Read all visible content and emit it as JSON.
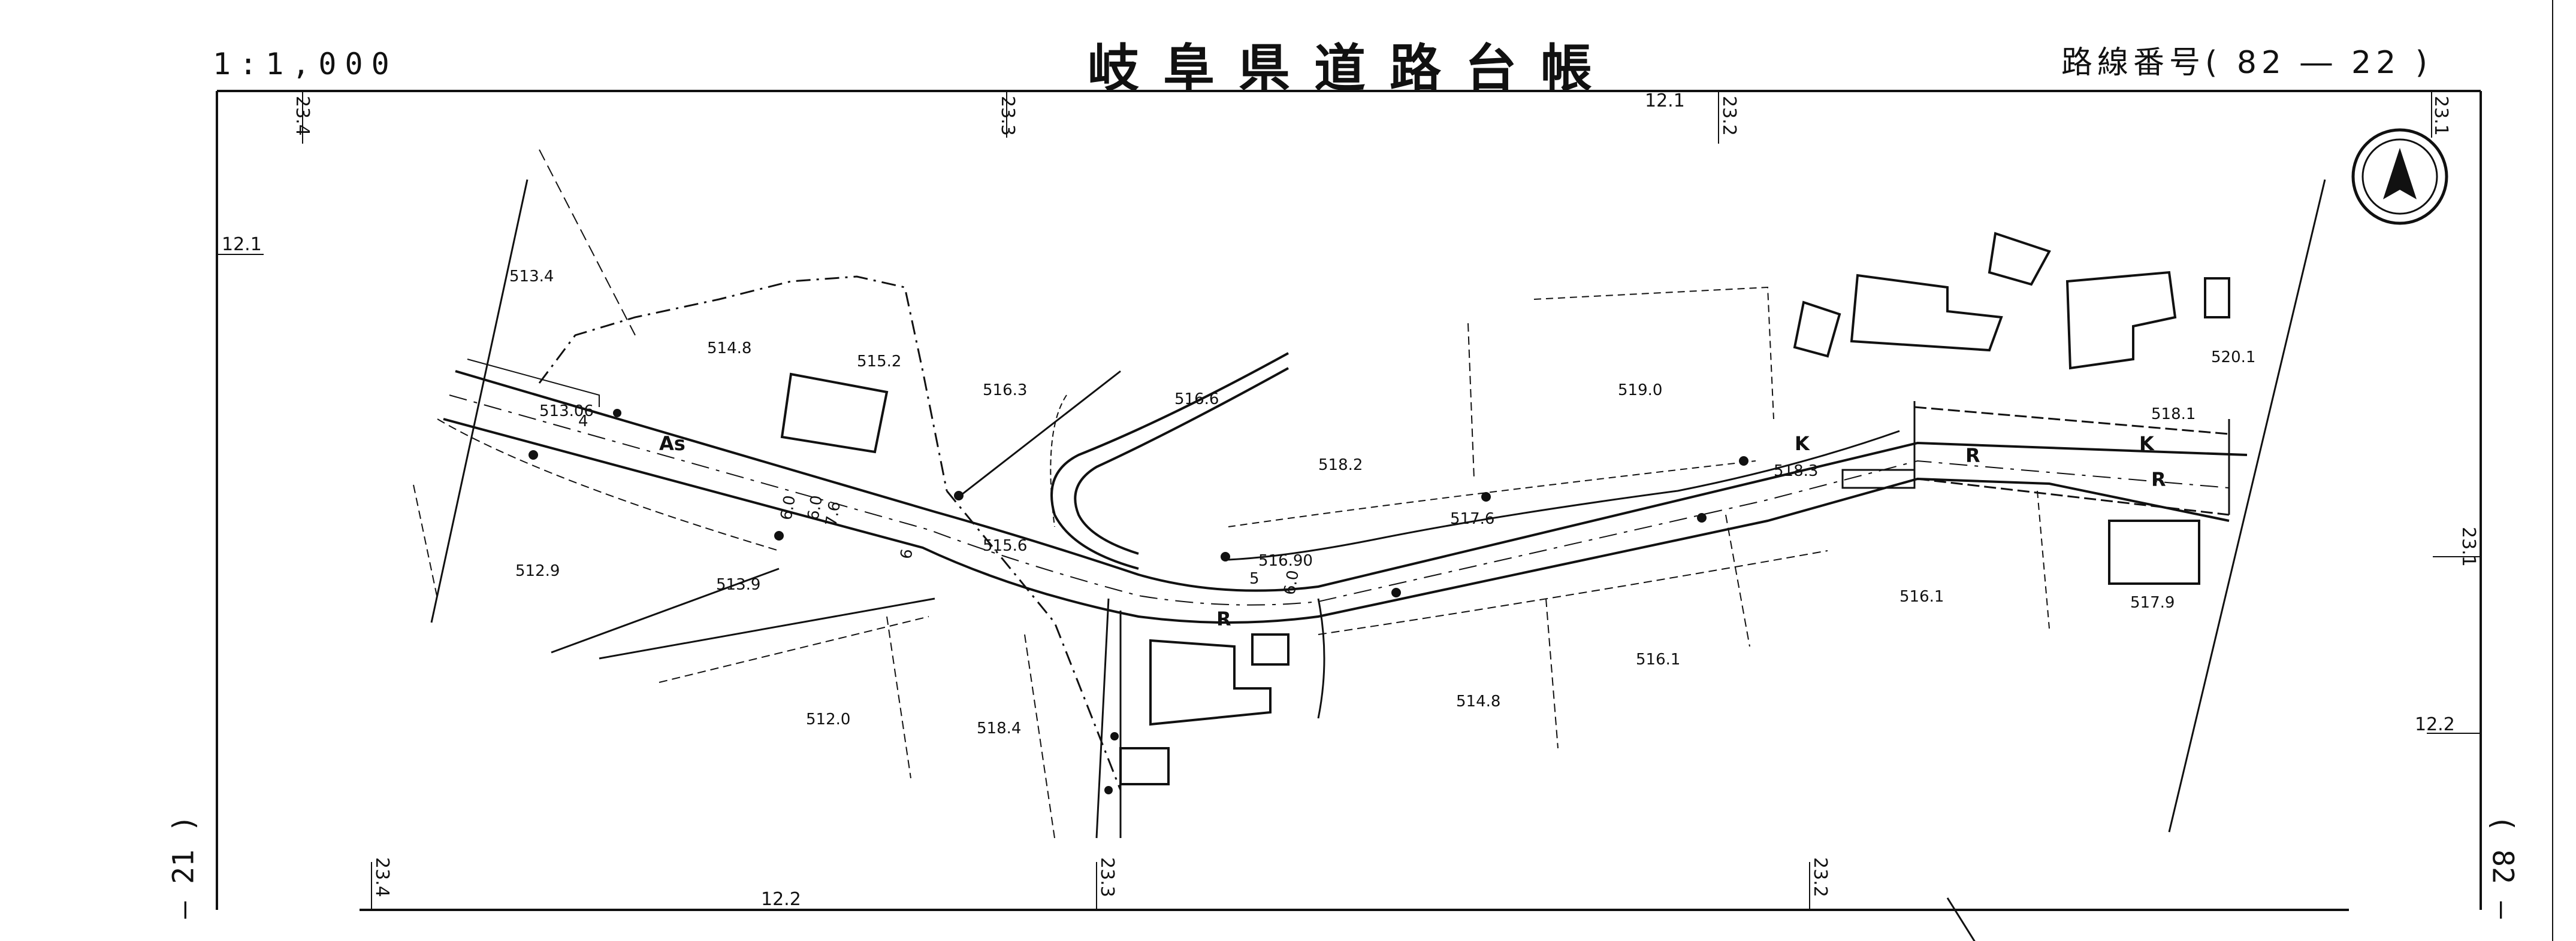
{
  "header": {
    "scale": "1:1,000",
    "title": "岐阜県道路台帳",
    "route_number": "路線番号( 82 ― 22 )"
  },
  "side_labels": {
    "left": "― 21 )",
    "right": "( 82 ―"
  },
  "edge_labels": [
    "23.4",
    "23.3",
    "12.1",
    "23.2",
    "23.1",
    "12.1",
    "23.1",
    "12.2",
    "23.4",
    "12.2",
    "23.3",
    "23.2"
  ],
  "elevations": [
    "513.4",
    "514.8",
    "515.2",
    "516.3",
    "516.6",
    "518.2",
    "519.0",
    "520.1",
    "518.1",
    "513.06",
    "512.9",
    "513.9",
    "515.6",
    "516.90",
    "517.6",
    "518.3",
    "516.1",
    "516.1",
    "517.9",
    "512.0",
    "518.4",
    "514.8"
  ],
  "road_marks": {
    "as": "As",
    "k1": "K",
    "k2": "K",
    "r1": "R",
    "r2": "R",
    "r3": "R",
    "w1": "6.0",
    "w2": "7.6",
    "w3": "6.0",
    "w4": "5",
    "w5": "6.0",
    "w6": "6",
    "w7": "4"
  },
  "north_icon": "north-arrow-icon"
}
